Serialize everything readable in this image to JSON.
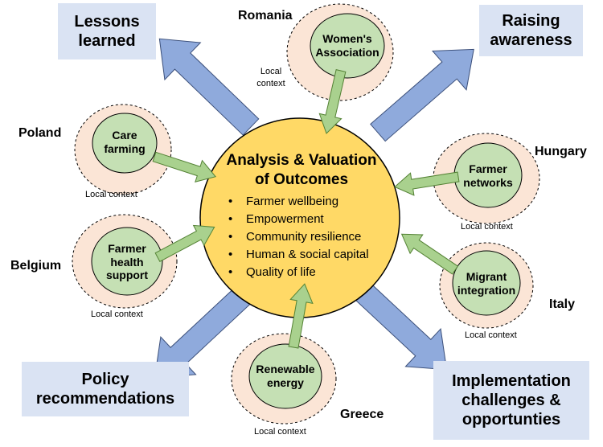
{
  "colors": {
    "center_fill": "#ffd966",
    "center_stroke": "#000000",
    "node_fill": "#c5e0b4",
    "context_fill": "#fbe5d6",
    "arrow_green": "#a9d18e",
    "arrow_blue": "#8faadc",
    "box_fill": "#dae3f3"
  },
  "center": {
    "title_line1": "Analysis & Valuation",
    "title_line2": "of Outcomes",
    "outcomes": [
      "Farmer wellbeing",
      "Empowerment",
      "Community resilience",
      "Human & social capital",
      "Quality of life"
    ]
  },
  "outputs": {
    "lessons": {
      "line1": "Lessons",
      "line2": "learned"
    },
    "awareness": {
      "line1": "Raising",
      "line2": "awareness"
    },
    "policy": {
      "line1": "Policy",
      "line2": "recommendations"
    },
    "implementation": {
      "line1": "Implementation",
      "line2": "challenges &",
      "line3": "opportunties"
    }
  },
  "cases": {
    "romania": {
      "country": "Romania",
      "line1": "Women's",
      "line2": "Association",
      "context_line1": "Local",
      "context_line2": "context"
    },
    "poland": {
      "country": "Poland",
      "line1": "Care",
      "line2": "farming",
      "context": "Local context"
    },
    "hungary": {
      "country": "Hungary",
      "line1": "Farmer",
      "line2": "networks",
      "context": "Local context"
    },
    "belgium": {
      "country": "Belgium",
      "line1": "Farmer",
      "line2": "health",
      "line3": "support",
      "context": "Local context"
    },
    "italy": {
      "country": "Italy",
      "line1": "Migrant",
      "line2": "integration",
      "context": "Local context"
    },
    "greece": {
      "country": "Greece",
      "line1": "Renewable",
      "line2": "energy",
      "context": "Local context"
    }
  }
}
